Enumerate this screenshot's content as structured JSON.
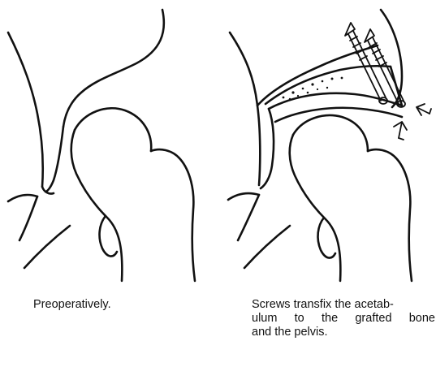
{
  "figure": {
    "panels": [
      {
        "id": "preoperative",
        "caption": "Preoperatively."
      },
      {
        "id": "postoperative",
        "caption": "Screws transfix the acetabulum to the grafted bone and the pelvis.",
        "caption_lines": [
          "Screws transfix the acetab-",
          "ulum to the grafted bone",
          "and the pelvis."
        ]
      }
    ]
  },
  "colors": {
    "ink": "#111111",
    "background": "#ffffff"
  }
}
